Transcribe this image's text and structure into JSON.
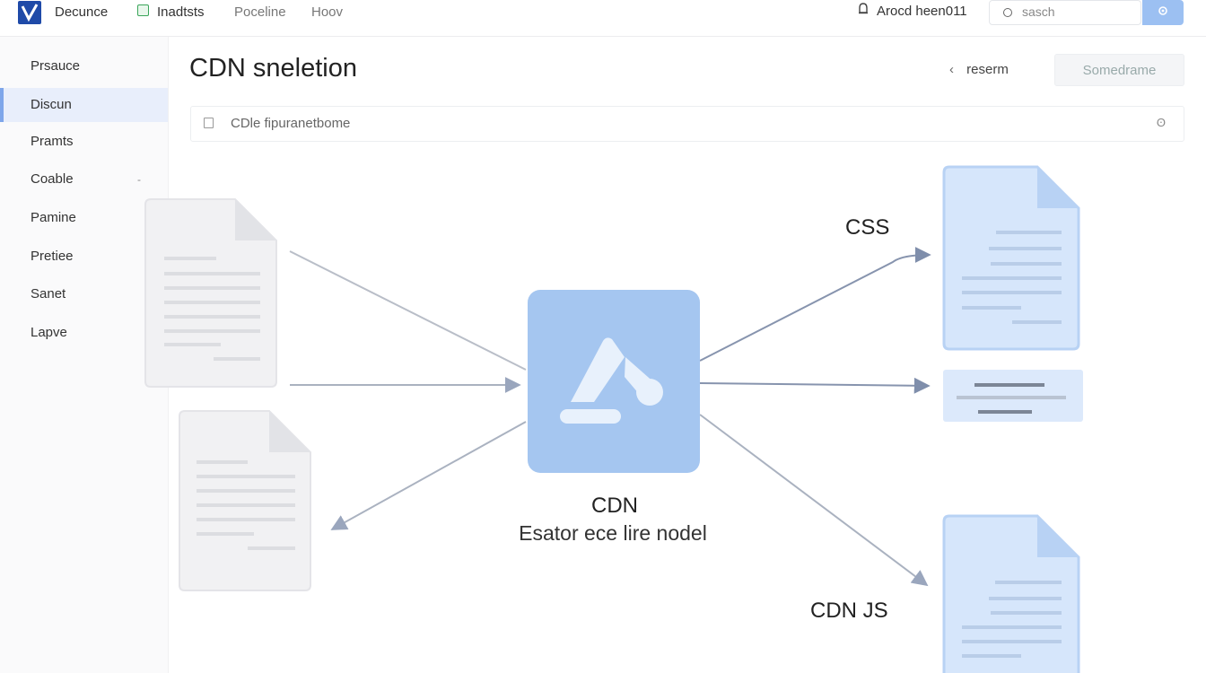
{
  "topnav": {
    "brand": "Decunce",
    "items": [
      "Inadtsts",
      "Poceline",
      "Hoov"
    ],
    "account": "Arocd heen011",
    "search_placeholder": "sasch"
  },
  "sidebar": {
    "items": [
      {
        "label": "Prsauce",
        "active": false
      },
      {
        "label": "Discun",
        "active": true
      },
      {
        "label": "Pramts",
        "active": false
      },
      {
        "label": "Coable",
        "active": false,
        "caret": "-"
      },
      {
        "label": "Pamine",
        "active": false
      },
      {
        "label": "Pretiee",
        "active": false
      },
      {
        "label": "Sanet",
        "active": false
      },
      {
        "label": "Lapve",
        "active": false
      }
    ]
  },
  "main": {
    "title": "CDN sneletion",
    "back_label": "reserm",
    "primary_button": "Somedrame",
    "path_text": "CDle fipuranetbome",
    "path_end": "ʘ"
  },
  "diagram": {
    "node_title": "CDN",
    "node_subtitle": "Esator ece lire nodel",
    "label_css": "CSS",
    "label_js": "CDN JS"
  },
  "colors": {
    "accent": "#9cc0f2",
    "node_blue": "#a5c6f0",
    "doc_blue": "#d6e6fb",
    "doc_grey": "#f1f1f3",
    "arrow": "#9aa6bd"
  }
}
